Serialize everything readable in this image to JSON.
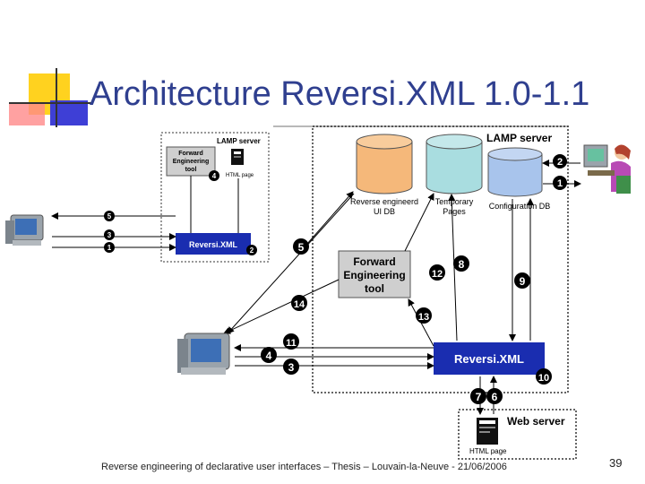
{
  "slide": {
    "title": "Architecture Reversi.XML 1.0-1.1",
    "footer": "Reverse engineering of declarative user interfaces – Thesis – Louvain-la-Neuve - 21/06/2006",
    "page_number": "39"
  },
  "diagram": {
    "small_box": {
      "server_label": "LAMP server",
      "tool_line1": "Forward",
      "tool_line2": "Engineering",
      "tool_line3": "tool",
      "html_page_label": "HTML page",
      "reversi_label": "Reversi.XML",
      "badges": [
        "4",
        "2"
      ]
    },
    "left_arrow_badges": [
      "5",
      "3",
      "1"
    ],
    "large_box": {
      "server_label": "LAMP server",
      "db1_line1": "Reverse engineerd",
      "db1_line2": "UI DB",
      "db2_line1": "Temporary",
      "db2_line2": "Pages",
      "db3_label": "Configuration DB",
      "tool_line1": "Forward",
      "tool_line2": "Engineering",
      "tool_line3": "tool",
      "reversi_label": "Reversi.XML"
    },
    "web_server": {
      "label": "Web server",
      "html_page_label": "HTML page"
    },
    "badges": {
      "b5": "5",
      "b14": "14",
      "b12": "12",
      "b8": "8",
      "b13": "13",
      "b9": "9",
      "b11": "11",
      "b4": "4",
      "b3": "3",
      "b10": "10",
      "b7": "7",
      "b6": "6",
      "b2": "2",
      "b1": "1"
    },
    "colors": {
      "db1": "#f5b87a",
      "db2": "#a9dde0",
      "db3": "#a8c4ec",
      "reversi": "#1a2db0",
      "tool": "#cfcfcf",
      "title": "#2f3f8f"
    }
  }
}
